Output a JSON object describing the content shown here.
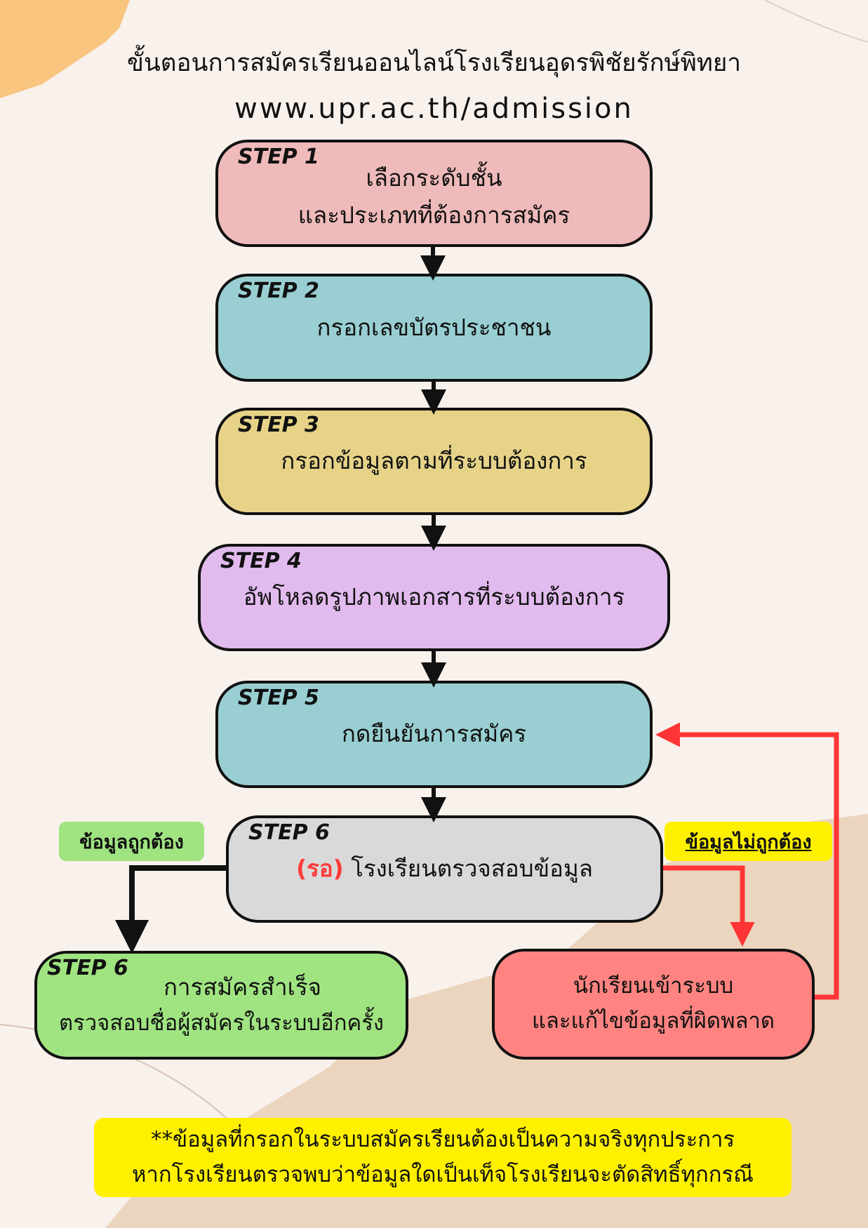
{
  "title": "ขั้นตอนการสมัครเรียนออนไลน์โรงเรียนอุดรพิชัยรักษ์พิทยา",
  "url": "www.upr.ac.th/admission",
  "steps": [
    {
      "label": "STEP 1",
      "lines": [
        "เลือกระดับชั้น",
        "และประเภทที่ต้องการสมัคร"
      ],
      "color": "#efbaba"
    },
    {
      "label": "STEP 2",
      "lines": [
        "กรอกเลขบัตรประชาชน"
      ],
      "color": "#99cfd2"
    },
    {
      "label": "STEP 3",
      "lines": [
        "กรอกข้อมูลตามที่ระบบต้องการ"
      ],
      "color": "#e6d388"
    },
    {
      "label": "STEP 4",
      "lines": [
        "อัพโหลดรูปภาพเอกสารที่ระบบต้องการ"
      ],
      "color": "#e2bbee"
    },
    {
      "label": "STEP 5",
      "lines": [
        "กดยืนยันการสมัคร"
      ],
      "color": "#99cfd2"
    },
    {
      "label": "STEP 6",
      "prefix": "(รอ)",
      "lines": [
        "โรงเรียนตรวจสอบข้อมูล"
      ],
      "color": "#d9d9d9"
    }
  ],
  "success": {
    "label": "STEP 6",
    "lines": [
      "การสมัครสำเร็จ",
      "ตรวจสอบชื่อผู้สมัครในระบบอีกครั้ง"
    ],
    "color": "#a0e481"
  },
  "fix": {
    "lines": [
      "นักเรียนเข้าระบบ",
      "และแก้ไขข้อมูลที่ผิดพลาด"
    ],
    "color": "#ff8481"
  },
  "correct_label": "ข้อมูลถูกต้อง",
  "incorrect_label": "ข้อมูลไม่ถูกต้อง",
  "note": [
    "**ข้อมูลที่กรอกในระบบสมัครเรียนต้องเป็นความจริงทุกประการ",
    "หากโรงเรียนตรวจพบว่าข้อมูลใดเป็นเท็จโรงเรียนจะตัดสิทธิ์ทุกกรณี"
  ]
}
